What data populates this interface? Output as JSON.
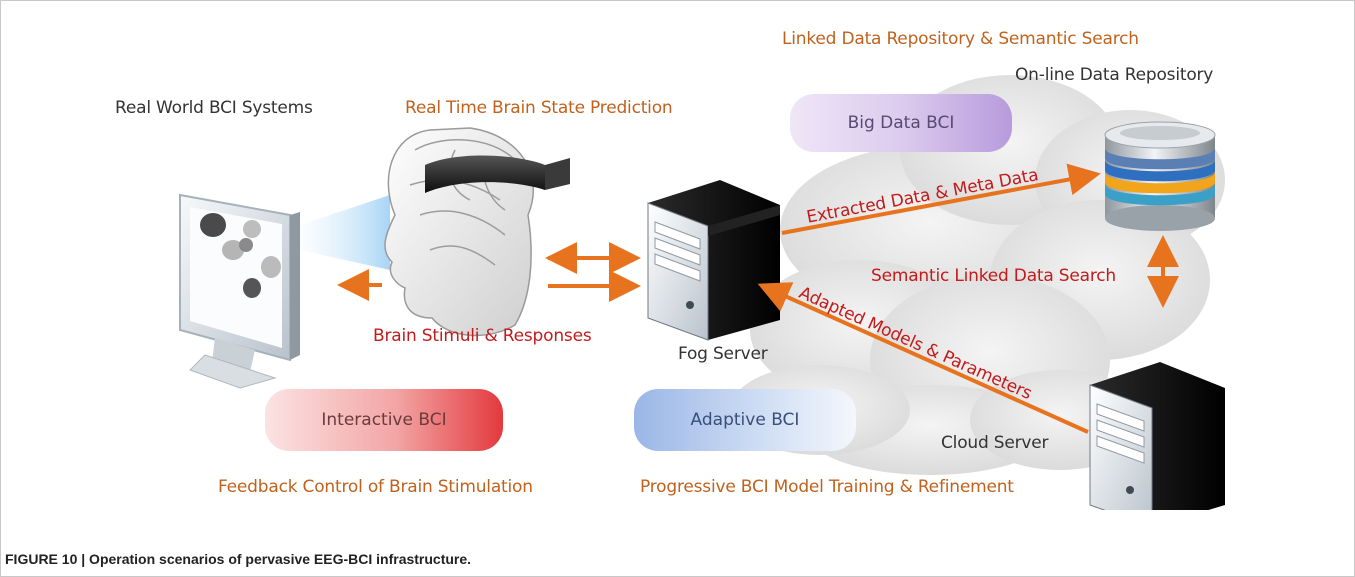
{
  "labels": {
    "linked_repo": "Linked  Data Repository & Semantic Search",
    "online_repo": "On-line  Data Repository",
    "real_world": "Real World BCI Systems",
    "real_time": "Real Time Brain State Prediction",
    "brain_stimuli": "Brain Stimuli & Responses",
    "fog_server": "Fog Server",
    "cloud_server": "Cloud Server",
    "extracted": "Extracted Data & Meta Data",
    "semantic_search": "Semantic Linked Data Search",
    "adapted": "Adapted Models & Parameters",
    "feedback": "Feedback Control of Brain Stimulation",
    "progressive": "Progressive BCI Model Training & Refinement"
  },
  "pills": {
    "big_data": "Big Data BCI",
    "interactive": "Interactive BCI",
    "adaptive": "Adaptive BCI"
  },
  "caption": "FIGURE 10 | Operation scenarios of pervasive EEG-BCI infrastructure.",
  "colors": {
    "orange_text": "#c0621e",
    "red_text": "#c21b1b",
    "arrow": "#e8731f",
    "cloud": "#e9e9e9"
  },
  "icons": [
    "monitor-icon",
    "head-icon",
    "fog-server-icon",
    "cloud-server-icon",
    "database-icon",
    "cloud-icon"
  ]
}
